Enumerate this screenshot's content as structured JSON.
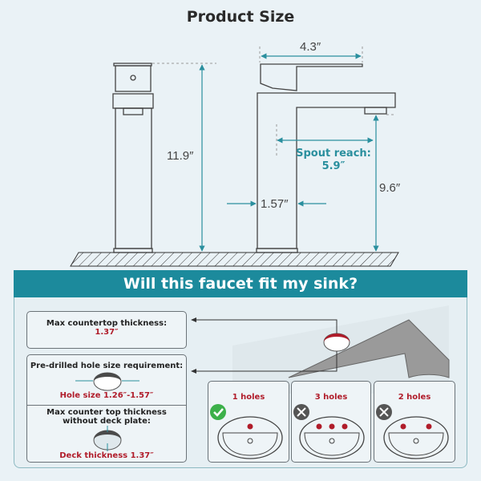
{
  "header": {
    "title": "Product Size"
  },
  "dimensions": {
    "height_total": "11.9″",
    "handle_length": "4.3″",
    "spout_reach_label": "Spout reach:",
    "spout_reach_value": "5.9″",
    "spout_height": "9.6″",
    "base_width": "1.57″"
  },
  "fit_section": {
    "title": "Will this faucet fit my sink?",
    "countertop": {
      "label": "Max countertop thickness:",
      "value": "1.37″"
    },
    "hole": {
      "label": "Pre-drilled hole size requirement:",
      "value": "Hole size 1.26″-1.57″"
    },
    "deck": {
      "label_line1": "Max counter top thickness",
      "label_line2": "without deck plate:",
      "value": "Deck thickness 1.37″"
    },
    "sinks": [
      {
        "label": "1 holes",
        "status": "compatible"
      },
      {
        "label": "3 holes",
        "status": "incompatible"
      },
      {
        "label": "2 holes",
        "status": "incompatible"
      }
    ]
  },
  "colors": {
    "teal": "#1c8a9c",
    "red": "#b01c2a",
    "green": "#3cb04a"
  }
}
